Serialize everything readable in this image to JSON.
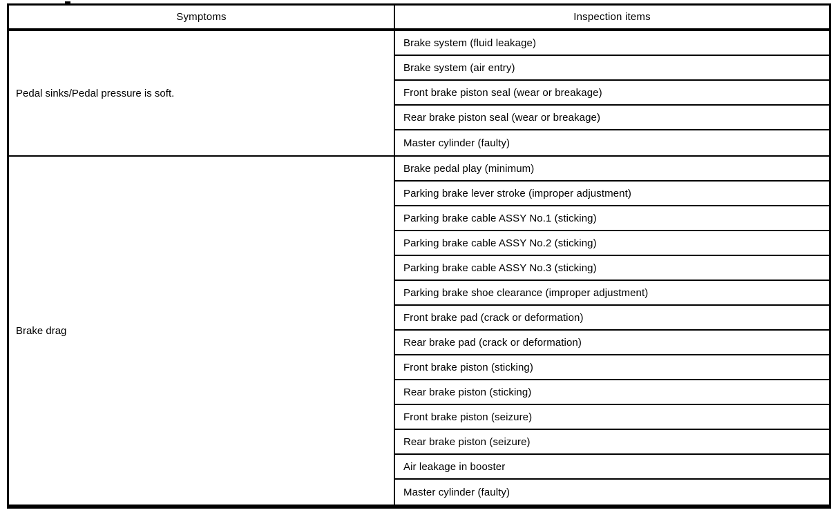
{
  "colors": {
    "border": "#000000",
    "background": "#ffffff",
    "text": "#000000"
  },
  "table": {
    "headers": {
      "symptoms": "Symptoms",
      "inspection_items": "Inspection items"
    },
    "groups": [
      {
        "symptom": "Pedal sinks/Pedal pressure is soft.",
        "items": [
          "Brake system (fluid leakage)",
          "Brake system (air entry)",
          "Front brake piston seal (wear or breakage)",
          "Rear brake piston seal (wear or breakage)",
          "Master cylinder (faulty)"
        ]
      },
      {
        "symptom": "Brake drag",
        "items": [
          "Brake pedal play (minimum)",
          "Parking brake lever stroke (improper adjustment)",
          "Parking brake cable ASSY No.1 (sticking)",
          "Parking brake cable ASSY No.2 (sticking)",
          "Parking brake cable ASSY No.3 (sticking)",
          "Parking brake shoe clearance (improper adjustment)",
          "Front brake pad (crack or deformation)",
          "Rear brake pad (crack or deformation)",
          "Front brake piston (sticking)",
          "Rear brake piston (sticking)",
          "Front brake piston (seizure)",
          "Rear brake piston (seizure)",
          "Air leakage in booster",
          "Master cylinder (faulty)"
        ]
      }
    ]
  }
}
